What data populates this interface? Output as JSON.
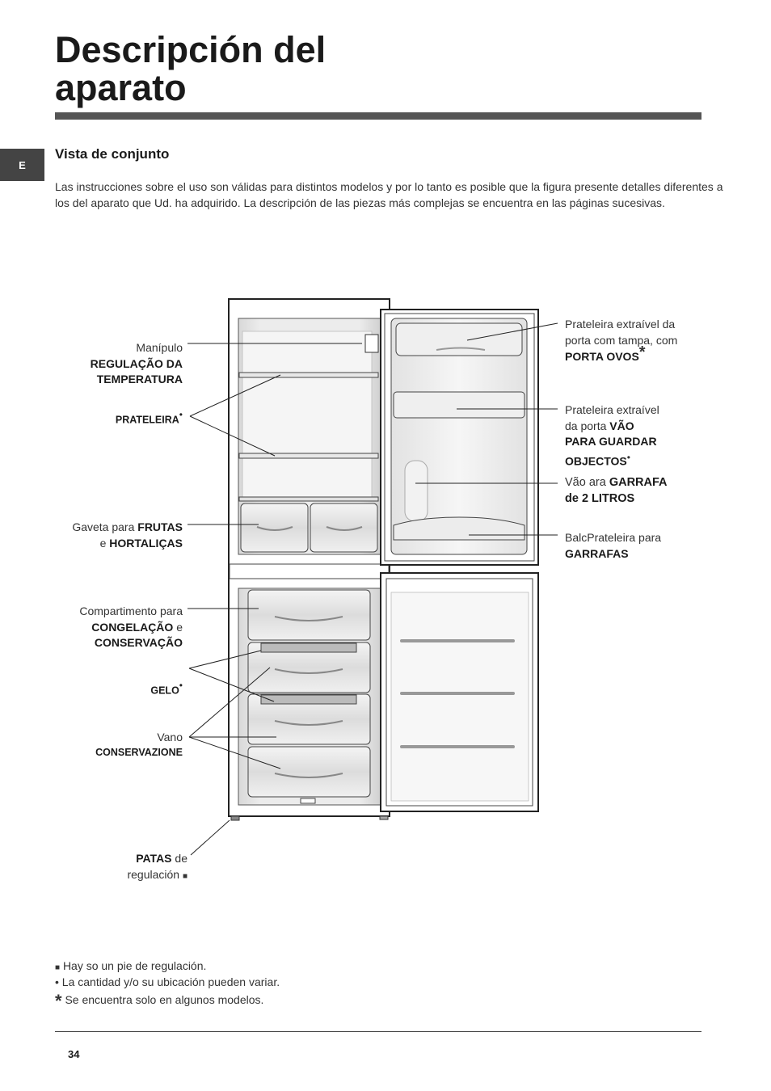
{
  "page": {
    "title_line1": "Descripción del",
    "title_line2": "aparato",
    "lang_tab": "E",
    "section_title": "Vista de conjunto",
    "intro": "Las instrucciones sobre el uso son válidas para distintos modelos y por lo tanto es posible que la figura presente detalles diferentes a los del aparato que Ud. ha adquirido. La descripción de las piezas más complejas se encuentra en las páginas sucesivas.",
    "page_number": "34"
  },
  "labels_left": {
    "manipulo_1": "Manípulo",
    "manipulo_2": "REGULAÇÃO DA",
    "manipulo_3": "TEMPERATURA",
    "prateleira": "PRATELEIRA",
    "gaveta_1": "Gaveta para ",
    "gaveta_2": "FRUTAS",
    "gaveta_3": "e ",
    "gaveta_4": "HORTALIÇAS",
    "compart_1": "Compartimento para",
    "compart_2": "CONGELAÇÃO",
    "compart_3": " e",
    "compart_4": "CONSERVAÇÃO",
    "gelo": "GELO",
    "vano_1": "Vano",
    "vano_2": "CONSERVAZIONE",
    "patas_1": "PATAS",
    "patas_2": " de",
    "patas_3": "regulación"
  },
  "labels_right": {
    "porta_ovos_1": "Prateleira extraível da",
    "porta_ovos_2": "porta com tampa, com",
    "porta_ovos_3": "PORTA OVOS",
    "vao_1": "Prateleira extraível",
    "vao_2": "da porta ",
    "vao_3": "VÃO",
    "vao_4": "PARA GUARDAR",
    "vao_5": "OBJECTOS",
    "garrafa_1": " Vão ara ",
    "garrafa_2": "GARRAFA",
    "garrafa_3": "de 2 LITROS",
    "balc_1": "BalcPrateleira para",
    "balc_2": "GARRAFAS"
  },
  "markers": {
    "bullet": "•",
    "asterisk": "*",
    "square": "■"
  },
  "notes": {
    "square_note": "Hay so un pie de regulación.",
    "bullet_note": "La cantidad y/o su ubicación pueden variar.",
    "asterisk_note": "Se encuentra solo en algunos modelos."
  }
}
